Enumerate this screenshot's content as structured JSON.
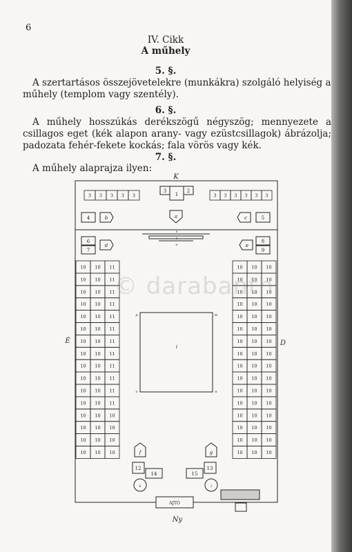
{
  "page_number": "6",
  "article_heading": "IV. Cikk",
  "article_title": "A műhely",
  "section_5": {
    "number": "5. §.",
    "text": "A szertartásos összejövetelekre (munkákra) szolgáló helyiség a műhely (templom vagy szentély)."
  },
  "section_6": {
    "number": "6. §.",
    "text": "A műhely hosszúkás derékszögű négyszög; mennyezete a csillagos eget (kék alapon arany- vagy ezüstcsillagok) ábrázolja; padozata fehér-fekete kockás; fala vörös vagy kék."
  },
  "section_7": {
    "number": "7. §.",
    "text": "A műhely alaprajza ilyen:"
  },
  "floorplan": {
    "label_top": "K",
    "label_bottom": "Ny",
    "label_left": "É",
    "label_right": "D",
    "entrance": "AJTÓ",
    "top_center_numbers": [
      "3",
      "2",
      "1"
    ],
    "left_row_3": [
      "3",
      "3",
      "3",
      "3",
      "3"
    ],
    "right_row_3": [
      "3",
      "3",
      "3",
      "3",
      "3",
      "3"
    ],
    "box_4": "4",
    "letter_b": "b",
    "letter_a": "a",
    "letter_c": "c",
    "box_5": "5",
    "altar_letters": [
      "s",
      "t",
      "o"
    ],
    "box_6": "6",
    "box_7": "7",
    "letter_d": "d",
    "letter_e": "e",
    "box_8": "8",
    "box_9": "9",
    "left_seat_rows": [
      [
        "10",
        "10",
        "11"
      ],
      [
        "10",
        "10",
        "11"
      ],
      [
        "10",
        "10",
        "11"
      ],
      [
        "10",
        "10",
        "11"
      ],
      [
        "10",
        "10",
        "11"
      ],
      [
        "10",
        "10",
        "11"
      ],
      [
        "10",
        "10",
        "11"
      ],
      [
        "10",
        "10",
        "11"
      ],
      [
        "10",
        "10",
        "11"
      ],
      [
        "10",
        "10",
        "11"
      ],
      [
        "10",
        "10",
        "11"
      ],
      [
        "10",
        "10",
        "11"
      ],
      [
        "10",
        "10",
        "10"
      ],
      [
        "10",
        "10",
        "10"
      ],
      [
        "10",
        "10",
        "10"
      ],
      [
        "10",
        "10",
        "10"
      ]
    ],
    "right_seat_rows": [
      [
        "10",
        "10",
        "10"
      ],
      [
        "10",
        "10",
        "10"
      ],
      [
        "10",
        "10",
        "10"
      ],
      [
        "10",
        "10",
        "10"
      ],
      [
        "10",
        "10",
        "10"
      ],
      [
        "10",
        "10",
        "10"
      ],
      [
        "10",
        "10",
        "10"
      ],
      [
        "10",
        "10",
        "10"
      ],
      [
        "10",
        "10",
        "10"
      ],
      [
        "10",
        "10",
        "10"
      ],
      [
        "10",
        "10",
        "10"
      ],
      [
        "10",
        "10",
        "10"
      ],
      [
        "10",
        "10",
        "10"
      ],
      [
        "10",
        "10",
        "10"
      ],
      [
        "10",
        "10",
        "10"
      ],
      [
        "10",
        "10",
        "10"
      ]
    ],
    "carpet_label": "i",
    "carpet_corners": [
      "p",
      "m",
      "n",
      "o"
    ],
    "lower_letters": [
      "f",
      "g",
      "k",
      "l"
    ],
    "box_12": "12",
    "box_13": "13",
    "box_14": "14",
    "box_15": "15"
  }
}
